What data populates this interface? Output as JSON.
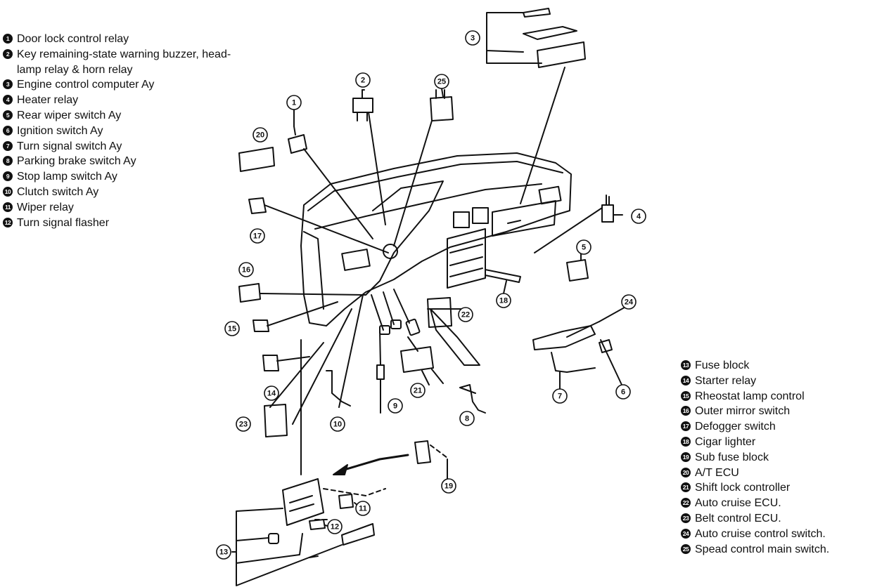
{
  "legend_left": [
    {
      "num": "1",
      "label": "Door lock control relay"
    },
    {
      "num": "2",
      "label": "Key remaining-state warning buzzer, head-\nlamp relay & horn relay"
    },
    {
      "num": "3",
      "label": "Engine control computer Ay"
    },
    {
      "num": "4",
      "label": "Heater relay"
    },
    {
      "num": "5",
      "label": "Rear wiper switch Ay"
    },
    {
      "num": "6",
      "label": "Ignition switch Ay"
    },
    {
      "num": "7",
      "label": "Turn signal switch Ay"
    },
    {
      "num": "8",
      "label": "Parking brake switch Ay"
    },
    {
      "num": "9",
      "label": "Stop lamp switch Ay"
    },
    {
      "num": "10",
      "label": "Clutch switch Ay"
    },
    {
      "num": "11",
      "label": "Wiper relay"
    },
    {
      "num": "12",
      "label": "Turn signal flasher"
    }
  ],
  "legend_right": [
    {
      "num": "13",
      "label": "Fuse block"
    },
    {
      "num": "14",
      "label": "Starter relay"
    },
    {
      "num": "15",
      "label": "Rheostat lamp control"
    },
    {
      "num": "16",
      "label": "Outer mirror switch"
    },
    {
      "num": "17",
      "label": "Defogger switch"
    },
    {
      "num": "18",
      "label": "Cigar lighter"
    },
    {
      "num": "19",
      "label": "Sub fuse block"
    },
    {
      "num": "20",
      "label": "A/T ECU"
    },
    {
      "num": "21",
      "label": "Shift lock controller"
    },
    {
      "num": "22",
      "label": "Auto cruise ECU."
    },
    {
      "num": "23",
      "label": "Belt control ECU."
    },
    {
      "num": "24",
      "label": "Auto cruise control switch."
    },
    {
      "num": "25",
      "label": "Spead control main switch."
    }
  ],
  "callouts": [
    "1",
    "2",
    "3",
    "4",
    "5",
    "6",
    "7",
    "8",
    "9",
    "10",
    "11",
    "12",
    "13",
    "14",
    "15",
    "16",
    "17",
    "18",
    "19",
    "20",
    "21",
    "22",
    "23",
    "24",
    "25"
  ]
}
